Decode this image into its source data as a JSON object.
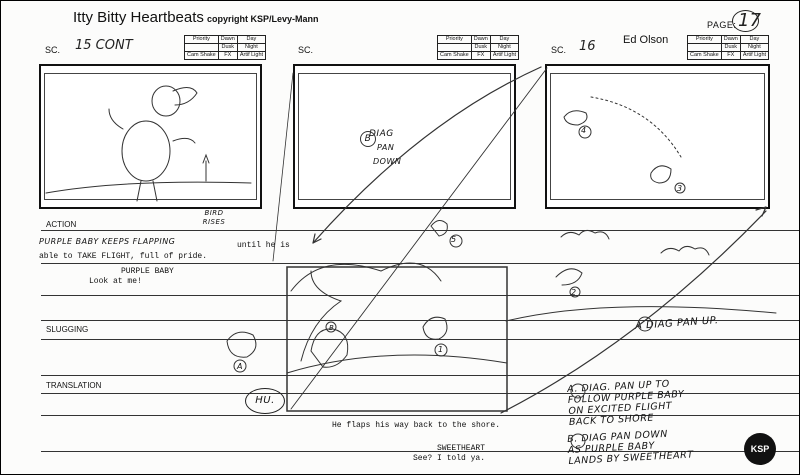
{
  "header": {
    "title": "Itty Bitty Heartbeats",
    "copyright": "copyright KSP/Levy-Mann",
    "page_label": "PAGE:",
    "page_number": "17",
    "artist": "Ed Olson"
  },
  "info_grid": {
    "row1": [
      "Priority",
      "Dawn",
      "Day"
    ],
    "row2": [
      "Dusk",
      "Night"
    ],
    "row3": [
      "Cam Shake",
      "FX",
      "Artif Light"
    ]
  },
  "panels": [
    {
      "sc_label": "SC.",
      "scene": "15 CONT",
      "note_below": "BIRD RISES"
    },
    {
      "sc_label": "SC.",
      "scene": "",
      "note_inside": [
        "DIAG",
        "PAN",
        "DOWN"
      ],
      "note_letter": "B"
    },
    {
      "sc_label": "SC.",
      "scene": "16",
      "pos_marks": [
        "4",
        "3"
      ]
    }
  ],
  "sections": {
    "action": "ACTION",
    "slugging": "SLUGGING",
    "translation": "TRANSLATION"
  },
  "action": {
    "line1_hand": "PURPLE BABY KEEPS FLAPPING",
    "line1_typed": "until he is",
    "line2": "able to TAKE FLIGHT, full of pride.",
    "speaker": "PURPLE BABY",
    "dialog": "Look at me!"
  },
  "bottom": {
    "description": "He flaps his way back to the shore.",
    "speaker": "SWEETHEART",
    "dialog": "See?  I told ya.",
    "hu_mark": "HU."
  },
  "notes": {
    "a_right": "A DIAG PAN UP.",
    "a_caption": [
      "A. DIAG. PAN UP TO",
      "FOLLOW PURPLE BABY",
      "ON EXCITED FLIGHT",
      "BACK TO SHORE"
    ],
    "b_caption": [
      "B. DIAG PAN DOWN",
      "AS PURPLE BABY",
      "LANDS BY SWEETHEART"
    ],
    "overlay_marks": [
      "5",
      "2",
      "1",
      "A",
      "B"
    ]
  },
  "logo": "KSP"
}
